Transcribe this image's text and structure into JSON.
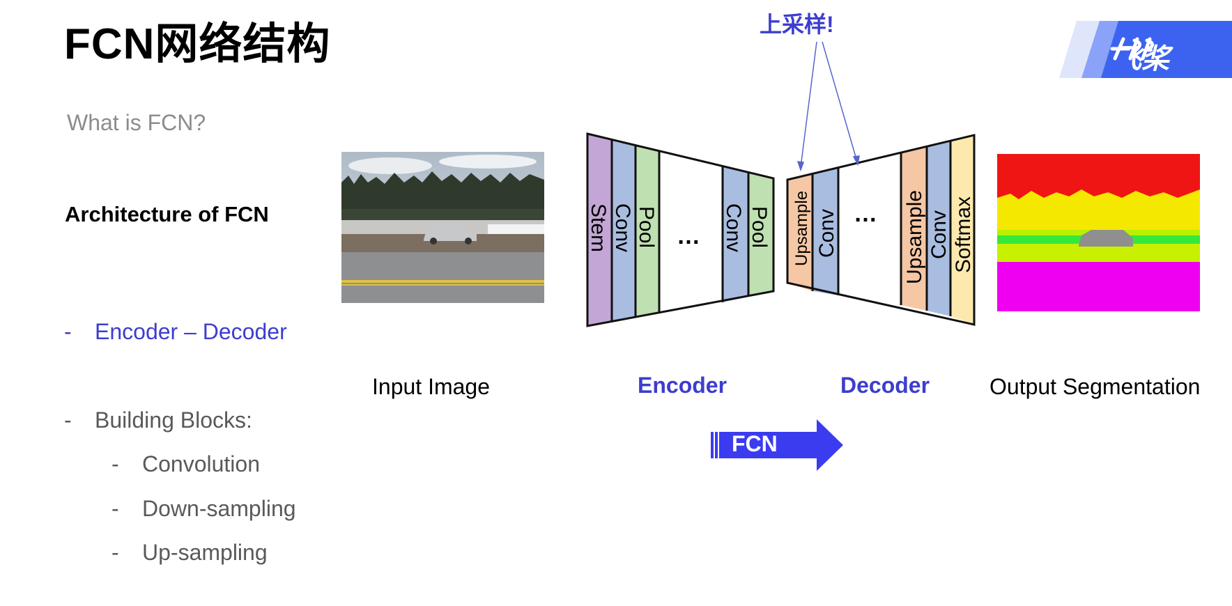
{
  "slide": {
    "title": "FCN网络结构",
    "subtitle": "What is FCN?",
    "section_heading": "Architecture of FCN",
    "bullets": [
      {
        "dash": "-",
        "text": "Encoder – Decoder"
      },
      {
        "dash": "-",
        "text": "Building Blocks:"
      },
      {
        "dash": "-",
        "text": "Convolution"
      },
      {
        "dash": "-",
        "text": "Down-sampling"
      },
      {
        "dash": "-",
        "text": "Up-sampling"
      }
    ]
  },
  "logo": {
    "text": "飞桨"
  },
  "diagram": {
    "callout": "上采样!",
    "input_caption": "Input Image",
    "output_caption": "Output Segmentation",
    "encoder_label": "Encoder",
    "decoder_label": "Decoder",
    "arrow_label": "FCN",
    "encoder_blocks": [
      "Stem",
      "Conv",
      "Pool",
      "Conv",
      "Pool"
    ],
    "decoder_blocks": [
      "Upsample",
      "Conv",
      "Upsample",
      "Conv",
      "Softmax"
    ],
    "ellipsis": "…",
    "colors": {
      "stem": "#c3a6d6",
      "conv": "#a9bde0",
      "pool": "#bfe0b0",
      "upsample": "#f5c7a4",
      "softmax": "#fde9ad",
      "accent": "#3d3dcf",
      "arrow": "#3b3bf0"
    }
  }
}
